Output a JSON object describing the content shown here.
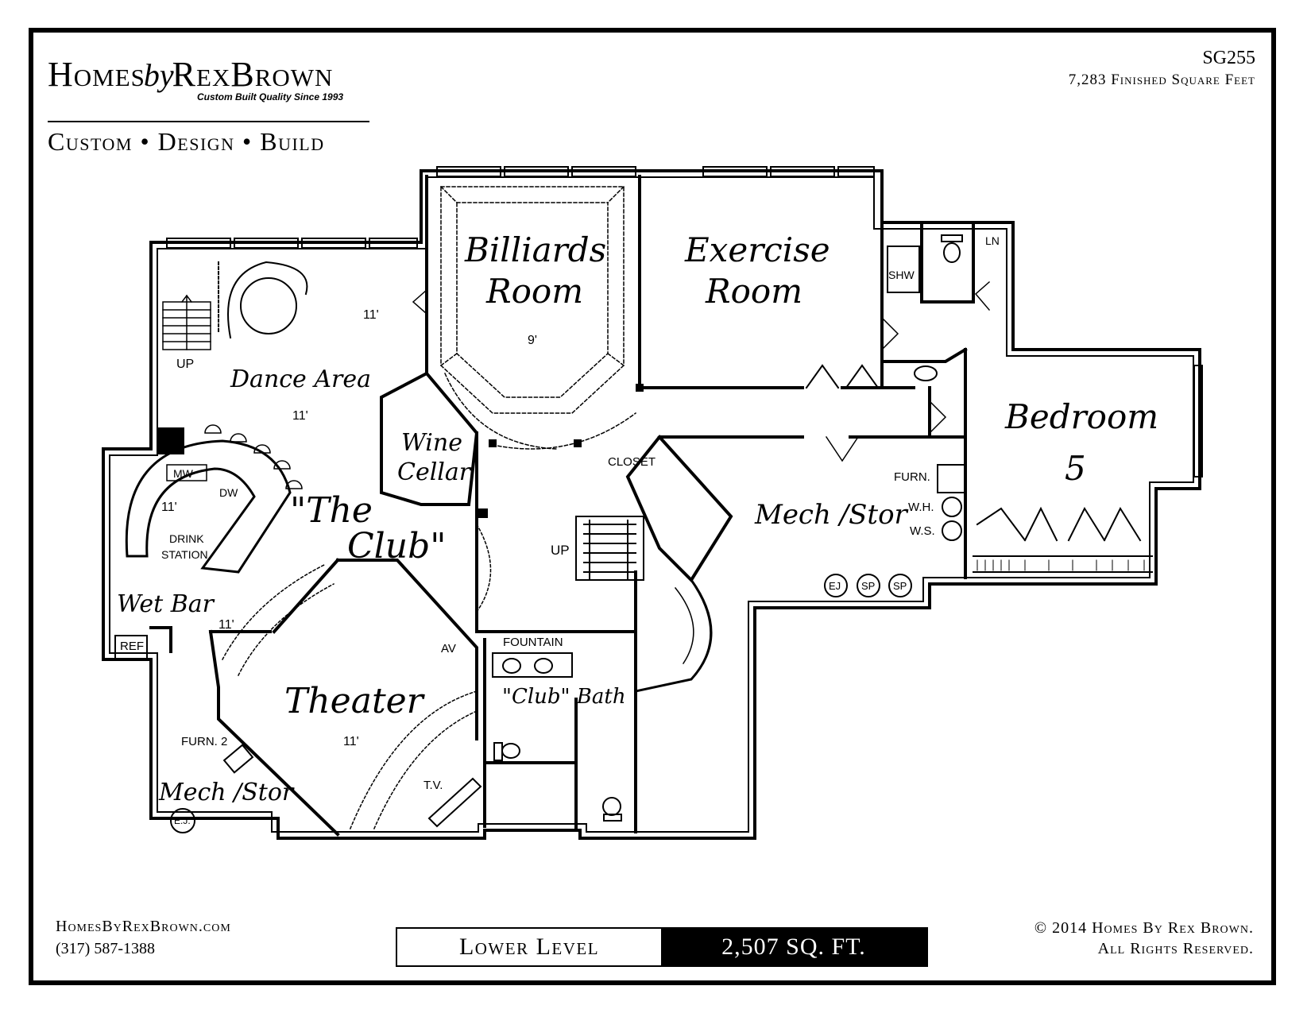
{
  "brand": {
    "logo_text_homes": "Homes",
    "logo_text_by": "by",
    "logo_text_rexbrown": "RexBrown",
    "tagline": "Custom Built Quality Since 1993",
    "services": "Custom • Design • Build"
  },
  "plan": {
    "id": "SG255",
    "finished_sqft": "7,283 Finished Square Feet",
    "level": "Lower Level",
    "level_area": "2,507 SQ. FT."
  },
  "contact": {
    "website": "HomesByRexBrown.com",
    "phone": "(317) 587-1388"
  },
  "copyright": {
    "line1": "© 2014 Homes By Rex Brown.",
    "line2": "All Rights Reserved."
  },
  "rooms": {
    "billiards_1": "Billiards",
    "billiards_2": "Room",
    "billiards_ceiling": "9'",
    "exercise_1": "Exercise",
    "exercise_2": "Room",
    "bedroom_1": "Bedroom",
    "bedroom_2": "5",
    "dance": "Dance Area",
    "dance_ceiling": "11'",
    "dance_ceiling_top": "11'",
    "wine_1": "Wine",
    "wine_2": "Cellar",
    "club_1": "\"The",
    "club_2": "Club\"",
    "wet_bar": "Wet Bar",
    "wet_bar_ceiling": "11'",
    "bar_ceiling": "11'",
    "theater": "Theater",
    "theater_ceiling": "11'",
    "mech_stor": "Mech /Stor",
    "mech_stor_2": "Mech /Stor",
    "club_bath": "\"Club\" Bath"
  },
  "labels": {
    "up_left": "UP",
    "up_center": "UP",
    "mw": "MW",
    "dw": "DW",
    "drink_1": "DRINK",
    "drink_2": "STATION",
    "ref": "REF",
    "closet": "CLOSET",
    "furn": "FURN.",
    "wh": "W.H.",
    "ws": "W.S.",
    "ej": "EJ",
    "sp": "SP",
    "sp2": "SP",
    "ej2": "E.J.",
    "fountain": "FOUNTAIN",
    "av": "AV",
    "furn2": "FURN. 2",
    "tv": "T.V.",
    "shw": "SHW",
    "ln": "LN"
  }
}
